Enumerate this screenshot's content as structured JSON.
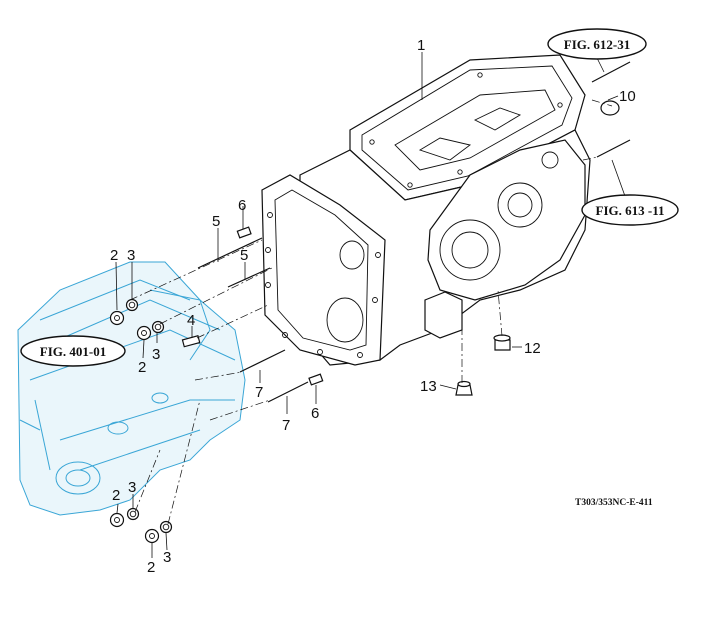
{
  "callouts": [
    "1",
    "2",
    "3",
    "4",
    "5",
    "6",
    "7",
    "10",
    "12",
    "13"
  ],
  "figure_refs": {
    "top_right": "FIG. 612-31",
    "mid_right": "FIG. 613 -11",
    "left": "FIG. 401-01"
  },
  "drawing_code": "T303/353NC-E-411",
  "colors": {
    "line": "#111111",
    "reference_part": "#3aa6d6"
  }
}
